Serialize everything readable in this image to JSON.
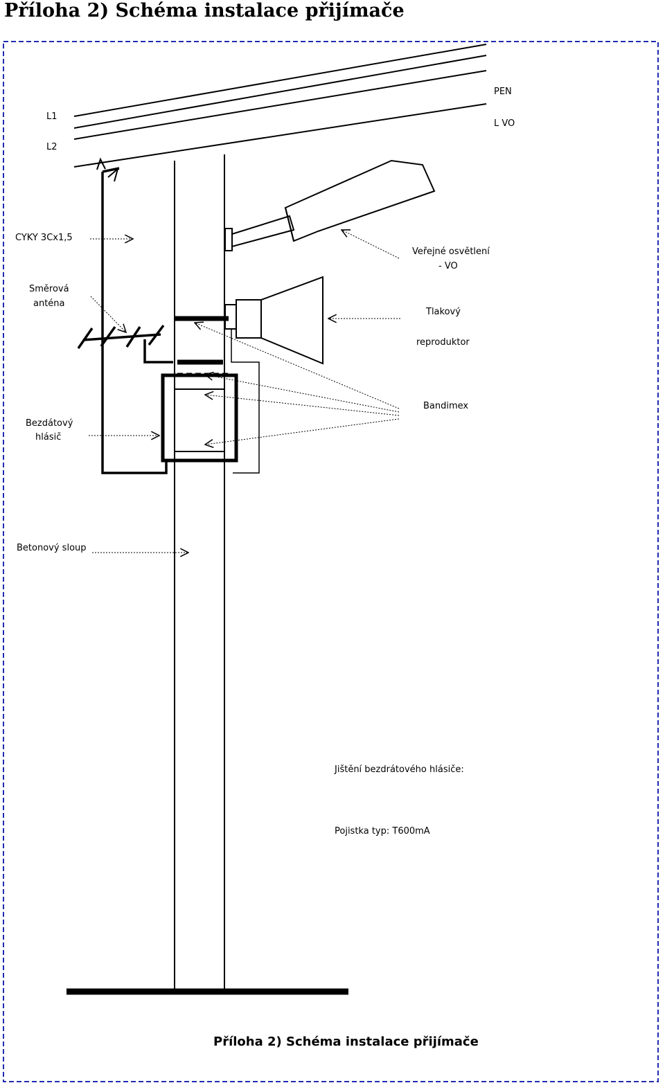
{
  "title": "Příloha 2) Schéma instalace přijímače",
  "caption": "Příloha 2) Schéma instalace přijímače",
  "labels": {
    "pen": "PEN",
    "l1": "L1",
    "lvo": "L VO",
    "l2": "L2",
    "cable": "CYKY 3Cx1,5",
    "lighting_1": "Veřejné osvětlení",
    "lighting_2": "- VO",
    "antenna_1": "Směrová",
    "antenna_2": "anténa",
    "speaker_1": "Tlakový",
    "speaker_2": "reproduktor",
    "bandimex": "Bandimex",
    "detector_1": "Bezdátový",
    "detector_2": "hlásič",
    "pole": "Betonový sloup",
    "fuse_title": "Jištění bezdrátového hlásiče:",
    "fuse_type": "Pojistka typ: T600mA"
  },
  "colors": {
    "frame": "#1f2bb0",
    "line": "#000000"
  }
}
